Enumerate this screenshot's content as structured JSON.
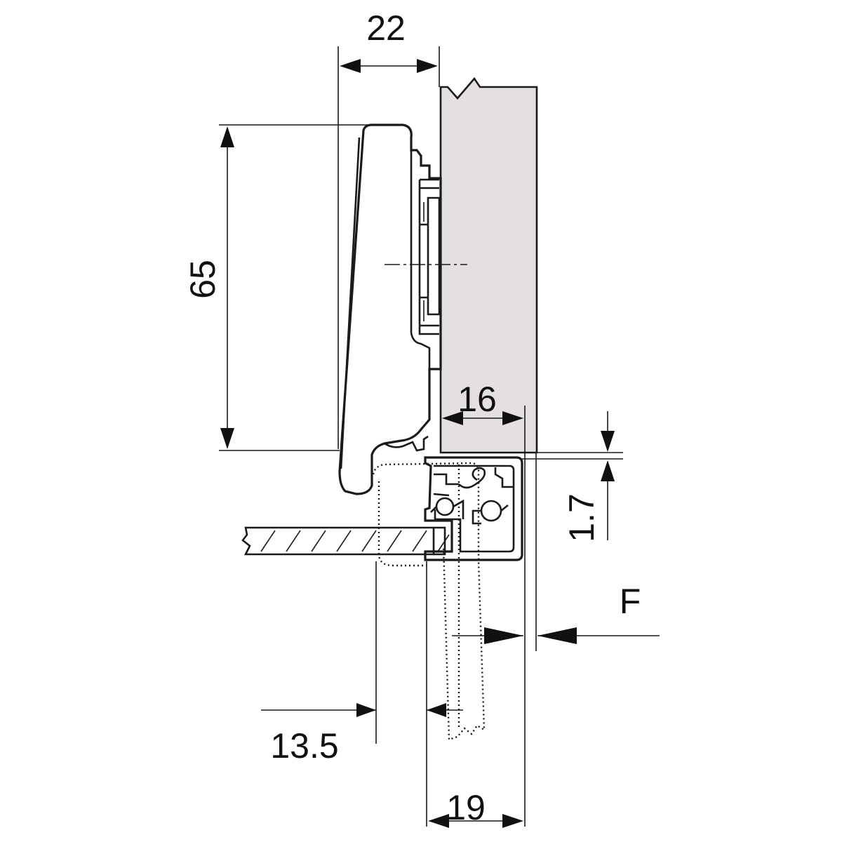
{
  "dimensions": {
    "width_22": "22",
    "height_65": "65",
    "panel_16": "16",
    "gap_1_7": "1.7",
    "overlay_F": "F",
    "offset_13_5": "13.5",
    "thickness_19": "19"
  },
  "colors": {
    "cabinet_side": "#e3e0df",
    "line": "#1a1a1a",
    "background": "#ffffff"
  }
}
